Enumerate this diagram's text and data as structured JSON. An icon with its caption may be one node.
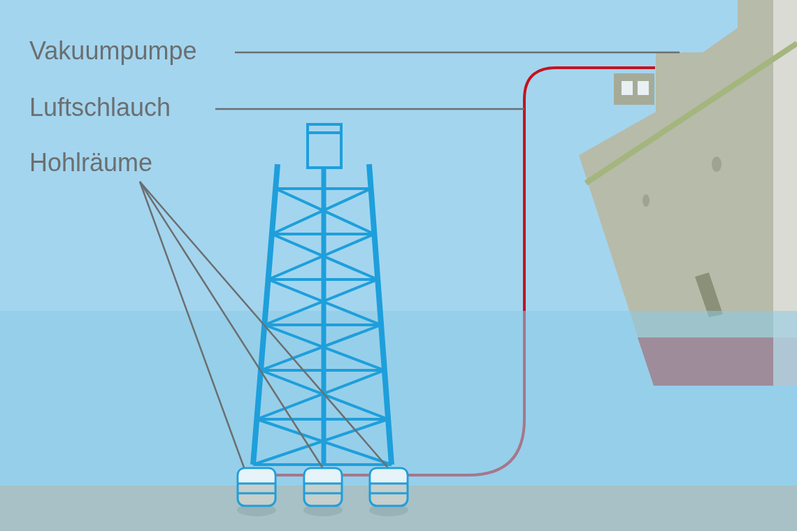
{
  "diagram": {
    "nodes": [
      {
        "text": [
          "Vakuumpumpe"
        ]
      },
      {
        "text": [
          "Luftschlauch"
        ]
      },
      {
        "text": [
          "Hohlräume"
        ]
      },
      {
        "text": [],
        "shape": "cylinder"
      },
      {
        "text": [],
        "shape": "cylinder"
      },
      {
        "text": [],
        "shape": "cylinder"
      }
    ],
    "edges": [
      {
        "from": 0,
        "to": null,
        "arrow": "none"
      },
      {
        "from": 1,
        "to": null,
        "arrow": "none"
      },
      {
        "from": 2,
        "to": 3,
        "arrow": "none"
      },
      {
        "from": 2,
        "to": 4,
        "arrow": "none"
      },
      {
        "from": 2,
        "to": 5,
        "arrow": "none"
      }
    ]
  }
}
